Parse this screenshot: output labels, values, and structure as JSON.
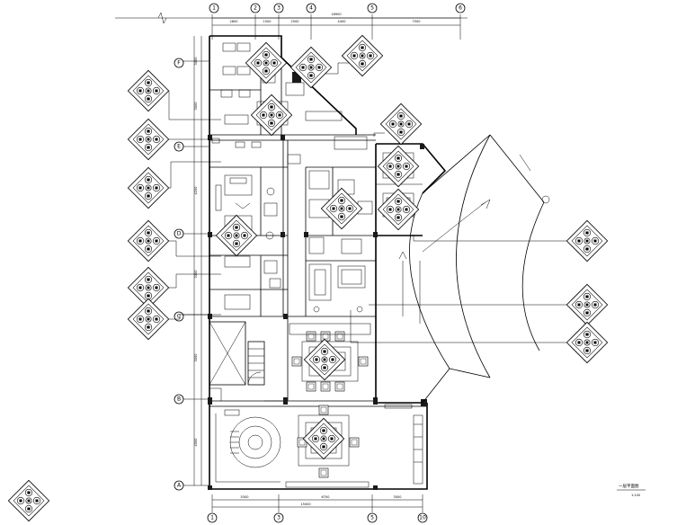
{
  "drawing": {
    "caption": "一层平面图",
    "scale": "1:100"
  },
  "axes": {
    "top": [
      "1",
      "2",
      "3",
      "4",
      "5",
      "6"
    ],
    "bottom": [
      "1",
      "3",
      "5",
      "10"
    ],
    "left": [
      "F",
      "E",
      "D",
      "C",
      "B",
      "A"
    ]
  },
  "dimensions": {
    "top_segments": [
      "2800",
      "1500",
      "2500",
      "4400",
      "7500"
    ],
    "top_total": "18900",
    "bottom_segments": [
      "5300",
      "6700",
      "3000"
    ],
    "bottom_total": "15000",
    "left_segments": [
      "3000",
      "3000",
      "4200",
      "3300",
      "3000",
      "4000"
    ]
  }
}
